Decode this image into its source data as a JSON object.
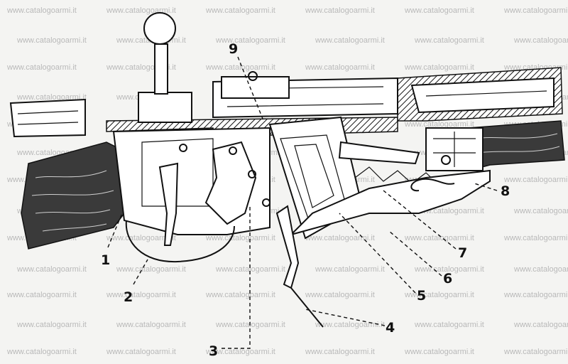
{
  "watermark": {
    "text": "www.catalogoarmi.it"
  },
  "callouts": [
    {
      "id": "1",
      "label": "1"
    },
    {
      "id": "2",
      "label": "2"
    },
    {
      "id": "3",
      "label": "3"
    },
    {
      "id": "4",
      "label": "4"
    },
    {
      "id": "5",
      "label": "5"
    },
    {
      "id": "6",
      "label": "6"
    },
    {
      "id": "7",
      "label": "7"
    },
    {
      "id": "8",
      "label": "8"
    },
    {
      "id": "9",
      "label": "9"
    }
  ],
  "colors": {
    "ink": "#111111",
    "paper": "#f4f4f2",
    "wood": "#3a3a3a",
    "watermark": "#b9b9b9"
  }
}
